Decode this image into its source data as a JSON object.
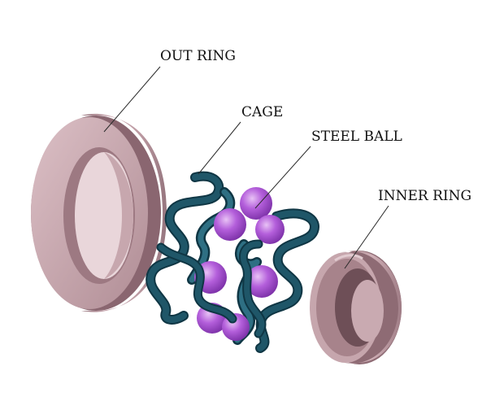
{
  "labels": {
    "out_ring": "OUT RING",
    "cage": "CAGE",
    "steel_ball": "STEEL BALL",
    "inner_ring": "INNER RING"
  },
  "colors": {
    "ring_light": "#d6b3bb",
    "ring_mid": "#b08790",
    "ring_dark": "#7d5a63",
    "cage": "#1f5668",
    "cage_dark": "#0f3644",
    "ball": "#b05cd6",
    "ball_highlight": "#e3b6f2",
    "ball_shadow": "#7c2fa8"
  }
}
